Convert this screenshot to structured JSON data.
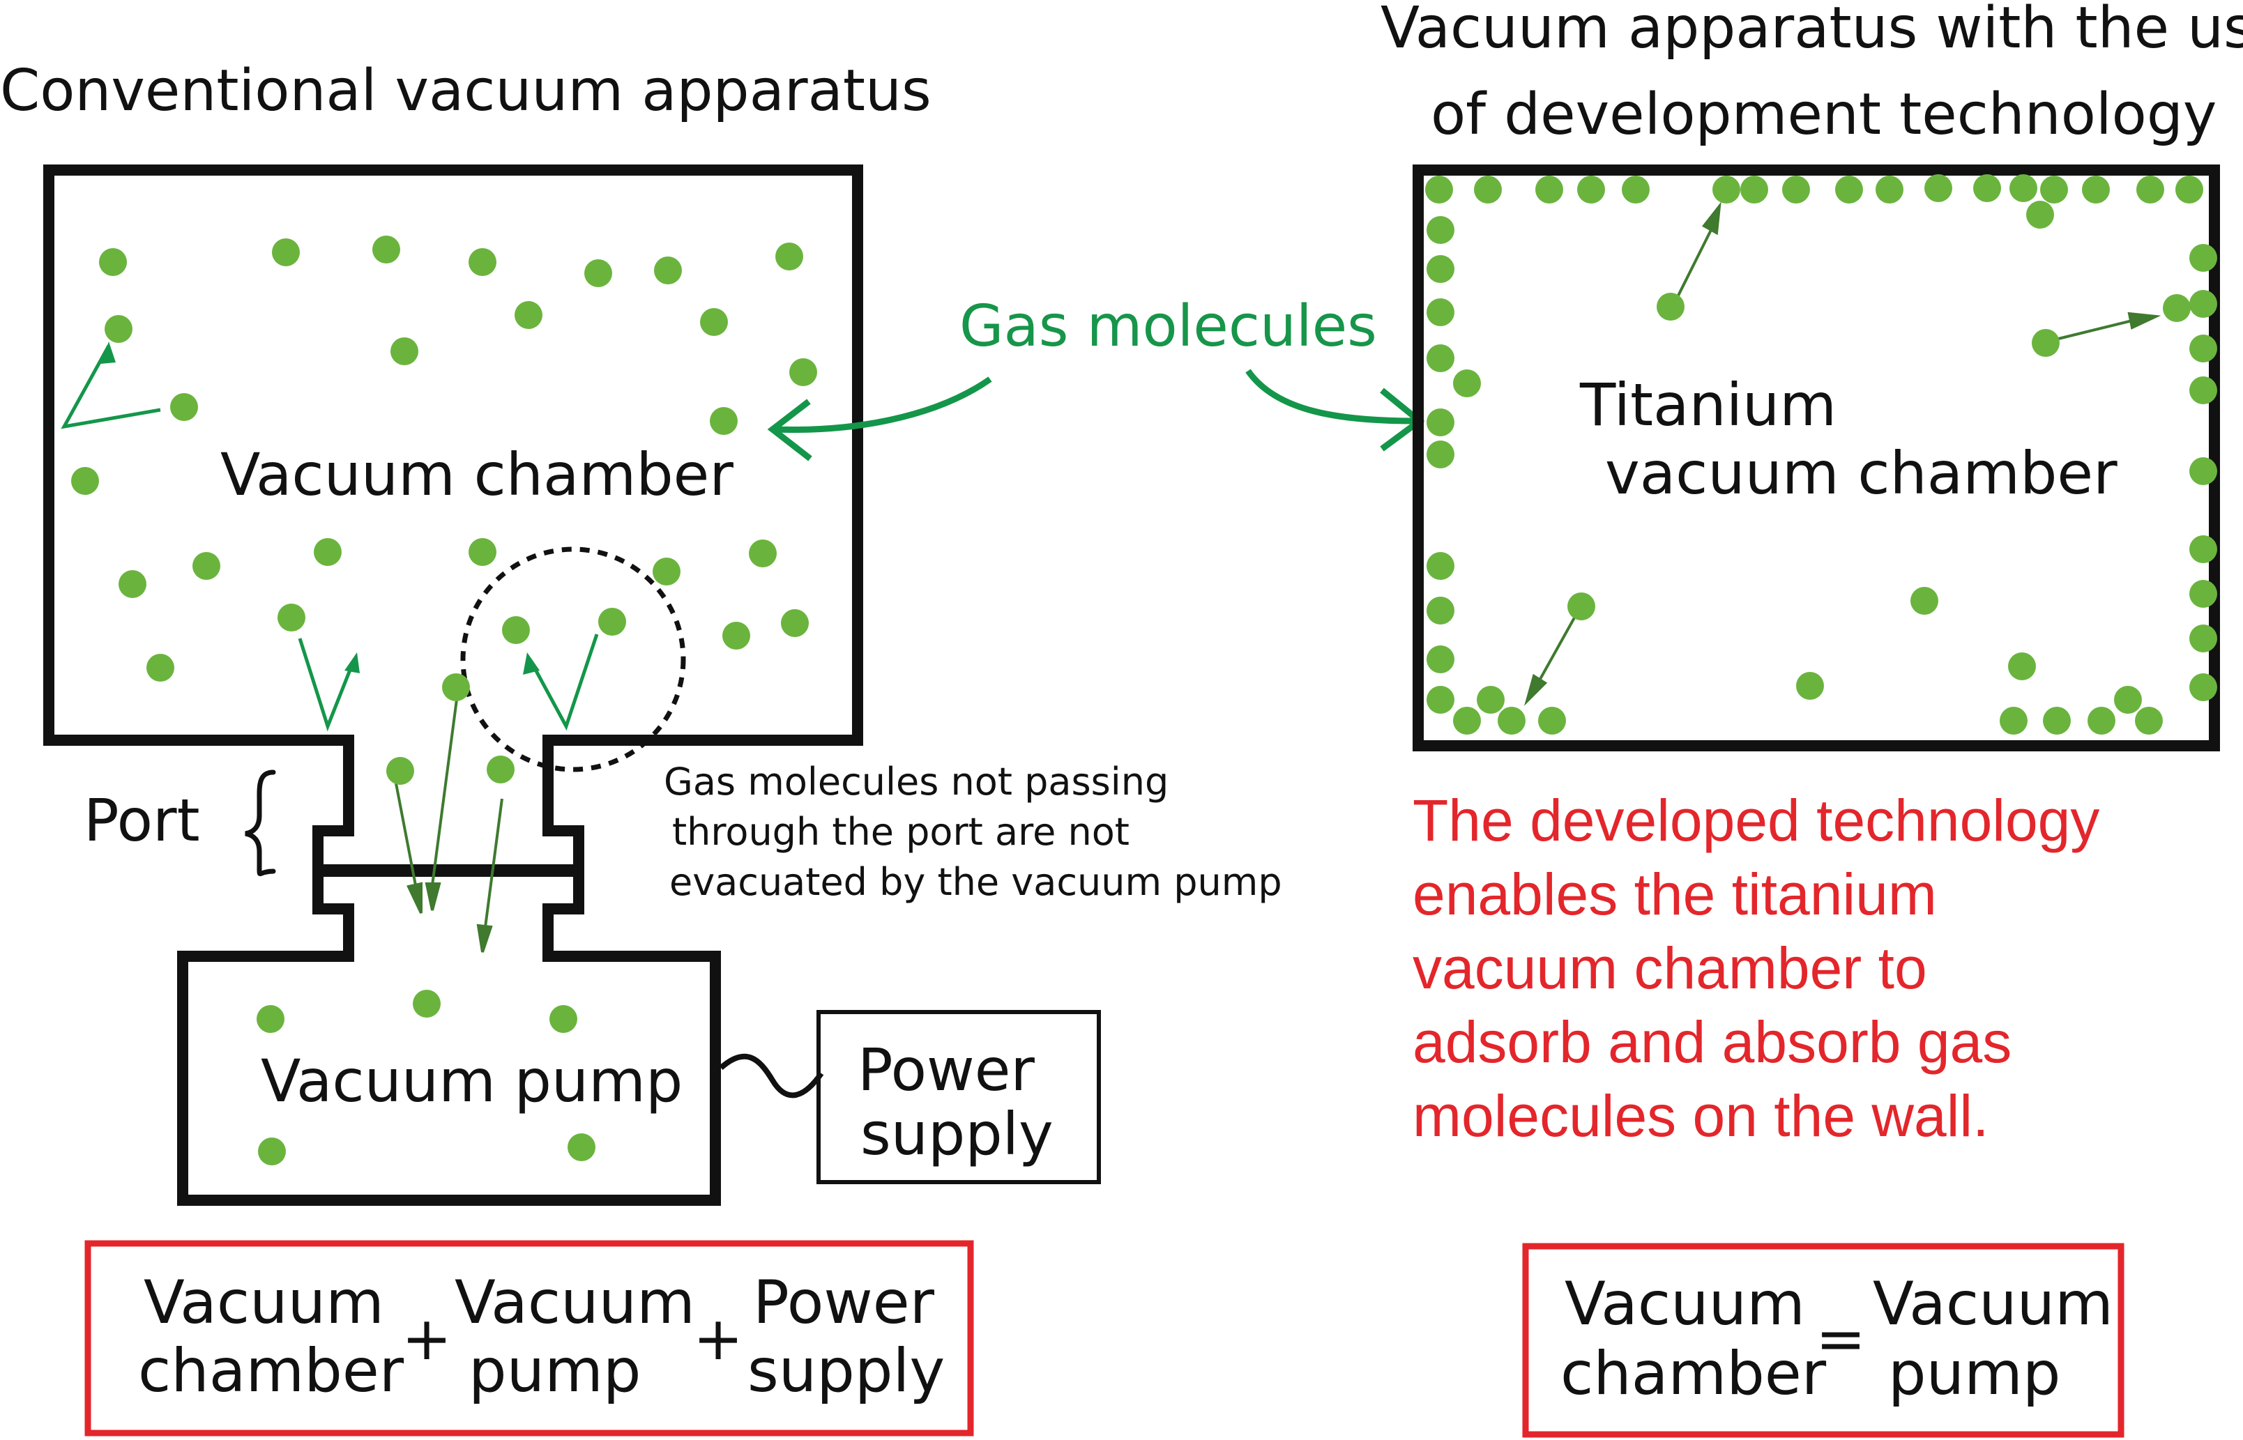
{
  "left": {
    "title": "Conventional vacuum apparatus",
    "chamber_label": "Vacuum chamber",
    "port_label": "Port",
    "pump_label": "Vacuum pump",
    "power_label": [
      "Power",
      "supply"
    ],
    "note_lines": [
      "Gas molecules not passing",
      "through the port are not",
      "evacuated by the vacuum pump"
    ],
    "equation": {
      "terms": [
        [
          "Vacuum",
          "chamber"
        ],
        [
          "Vacuum",
          "pump"
        ],
        [
          "Power",
          "supply"
        ]
      ],
      "operator": "+"
    }
  },
  "center": {
    "gas_label": "Gas molecules"
  },
  "right": {
    "title_lines": [
      "Vacuum apparatus with the use",
      "of development technology"
    ],
    "chamber_label_lines": [
      "Titanium",
      "vacuum chamber"
    ],
    "description_lines": [
      "The developed technology",
      "enables the titanium",
      "vacuum chamber to",
      "adsorb and absorb gas",
      "molecules on the wall."
    ],
    "equation": {
      "left": [
        "Vacuum",
        "chamber"
      ],
      "operator": "=",
      "right": [
        "Vacuum",
        "pump"
      ]
    }
  },
  "colors": {
    "molecule": "#6ab43e",
    "arrow_dark": "#3f7a2f",
    "arrow_bright": "#14964a",
    "gas_label": "#17954a",
    "highlight_red": "#e3262b",
    "outline": "#111111"
  }
}
